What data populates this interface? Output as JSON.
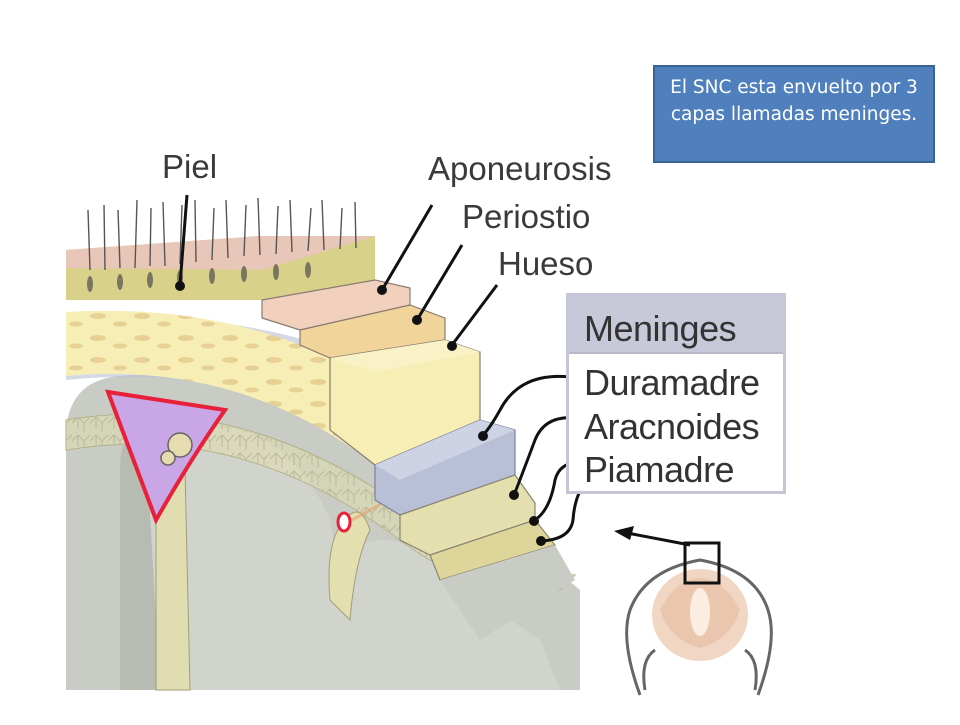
{
  "callout": {
    "text": "El SNC esta envuelto por 3 capas llamadas meninges.",
    "background_color": "#4f80bd"
  },
  "labels": {
    "piel": "Piel",
    "aponeurosis": "Aponeurosis",
    "periostio": "Periostio",
    "hueso": "Hueso"
  },
  "meninges_box": {
    "title": "Meninges",
    "items": [
      "Duramadre",
      "Aracnoides",
      "Piamadre"
    ]
  },
  "colors": {
    "skin": "#e8c7b8",
    "subcutaneous": "#d9d08a",
    "aponeurosis": "#f2d0be",
    "periosteum": "#f0d49a",
    "bone": "#f6eeb5",
    "dura": "#b9bfd6",
    "arachnoid": "#e4dfae",
    "pia": "#ddd59a",
    "brain": "#c9ccc5",
    "sinus": "#c9a6e6",
    "vessel_red": "#e8203a"
  }
}
